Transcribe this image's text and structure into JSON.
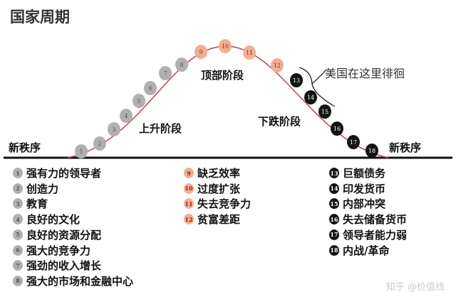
{
  "title": "国家周期",
  "colors": {
    "rise": "#b0b0b0",
    "top": "#f3ad97",
    "fall": "#141414",
    "curve": "#b04a4a"
  },
  "order_label_left": "新秩序",
  "order_label_right": "新秩序",
  "stages": {
    "rise": "上升阶段",
    "top": "顶部阶段",
    "fall": "下跌阶段"
  },
  "annotation": "美国在这里徘徊",
  "nodes": [
    {
      "n": "1",
      "phase": "rise"
    },
    {
      "n": "2",
      "phase": "rise"
    },
    {
      "n": "3",
      "phase": "rise"
    },
    {
      "n": "4",
      "phase": "rise"
    },
    {
      "n": "5",
      "phase": "rise"
    },
    {
      "n": "6",
      "phase": "rise"
    },
    {
      "n": "7",
      "phase": "rise"
    },
    {
      "n": "8",
      "phase": "rise"
    },
    {
      "n": "9",
      "phase": "top"
    },
    {
      "n": "10",
      "phase": "top"
    },
    {
      "n": "11",
      "phase": "top"
    },
    {
      "n": "12",
      "phase": "top"
    },
    {
      "n": "13",
      "phase": "fall"
    },
    {
      "n": "14",
      "phase": "fall"
    },
    {
      "n": "15",
      "phase": "fall"
    },
    {
      "n": "16",
      "phase": "fall"
    },
    {
      "n": "17",
      "phase": "fall"
    },
    {
      "n": "18",
      "phase": "fall"
    }
  ],
  "legend": {
    "rise": [
      {
        "n": "1",
        "text": "强有力的领导者"
      },
      {
        "n": "2",
        "text": "创造力"
      },
      {
        "n": "3",
        "text": "教育"
      },
      {
        "n": "4",
        "text": "良好的文化"
      },
      {
        "n": "5",
        "text": "良好的资源分配"
      },
      {
        "n": "6",
        "text": "强大的竞争力"
      },
      {
        "n": "7",
        "text": "强劲的收入增长"
      },
      {
        "n": "8",
        "text": "强大的市场和金融中心"
      }
    ],
    "top": [
      {
        "n": "9",
        "text": "缺乏效率"
      },
      {
        "n": "10",
        "text": "过度扩张"
      },
      {
        "n": "11",
        "text": "失去竞争力"
      },
      {
        "n": "12",
        "text": "贫富差距"
      }
    ],
    "fall": [
      {
        "n": "13",
        "text": "巨额债务"
      },
      {
        "n": "14",
        "text": "印发货币"
      },
      {
        "n": "15",
        "text": "内部冲突"
      },
      {
        "n": "16",
        "text": "失去储备货币"
      },
      {
        "n": "17",
        "text": "领导者能力弱"
      },
      {
        "n": "18",
        "text": "内战/革命"
      }
    ]
  },
  "watermark": "知乎 @价值线"
}
